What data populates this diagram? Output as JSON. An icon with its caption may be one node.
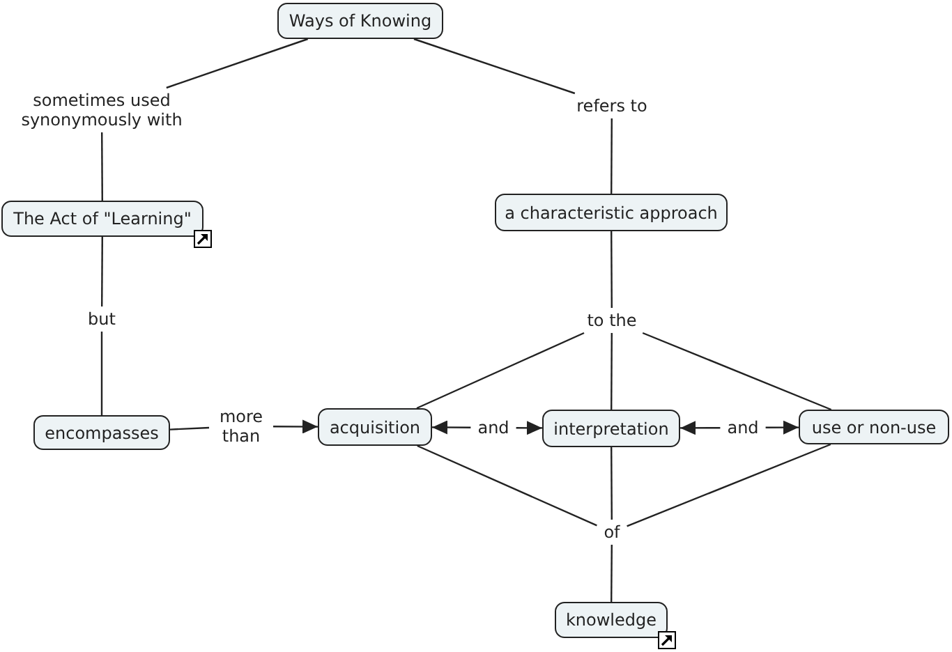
{
  "diagram": {
    "nodes": [
      {
        "text": [
          "Ways of Knowing"
        ]
      },
      {
        "text": [
          "sometimes used synonymously with"
        ]
      },
      {
        "text": [
          "refers to"
        ]
      },
      {
        "text": [
          "The Act of \"Learning\""
        ]
      },
      {
        "text": [
          "a characteristic approach"
        ]
      },
      {
        "text": [
          "but"
        ]
      },
      {
        "text": [
          "to the"
        ]
      },
      {
        "text": [
          "encompasses"
        ]
      },
      {
        "text": [
          "more than"
        ]
      },
      {
        "text": [
          "acquisition"
        ]
      },
      {
        "text": [
          "and"
        ]
      },
      {
        "text": [
          "interpretation"
        ]
      },
      {
        "text": [
          "and"
        ]
      },
      {
        "text": [
          "use or non-use"
        ]
      },
      {
        "text": [
          "of"
        ]
      },
      {
        "text": [
          "knowledge"
        ]
      }
    ],
    "edges": [
      {
        "from": 0,
        "to": 1,
        "arrow": "none"
      },
      {
        "from": 1,
        "to": 3,
        "arrow": "none"
      },
      {
        "from": 0,
        "to": 2,
        "arrow": "none"
      },
      {
        "from": 2,
        "to": 4,
        "arrow": "none"
      },
      {
        "from": 3,
        "to": 5,
        "arrow": "none"
      },
      {
        "from": 5,
        "to": 7,
        "arrow": "none"
      },
      {
        "from": 4,
        "to": 6,
        "arrow": "none"
      },
      {
        "from": 6,
        "to": 9,
        "arrow": "none"
      },
      {
        "from": 6,
        "to": 11,
        "arrow": "none"
      },
      {
        "from": 6,
        "to": 13,
        "arrow": "none"
      },
      {
        "from": 7,
        "to": 8,
        "arrow": "none"
      },
      {
        "from": 8,
        "to": 9,
        "arrow": "to"
      },
      {
        "from": 10,
        "to": 9,
        "arrow": "to"
      },
      {
        "from": 10,
        "to": 11,
        "arrow": "to"
      },
      {
        "from": 12,
        "to": 11,
        "arrow": "to"
      },
      {
        "from": 12,
        "to": 13,
        "arrow": "to"
      },
      {
        "from": 9,
        "to": 14,
        "arrow": "none"
      },
      {
        "from": 11,
        "to": 14,
        "arrow": "none"
      },
      {
        "from": 13,
        "to": 14,
        "arrow": "none"
      },
      {
        "from": 14,
        "to": 15,
        "arrow": "none"
      }
    ]
  }
}
